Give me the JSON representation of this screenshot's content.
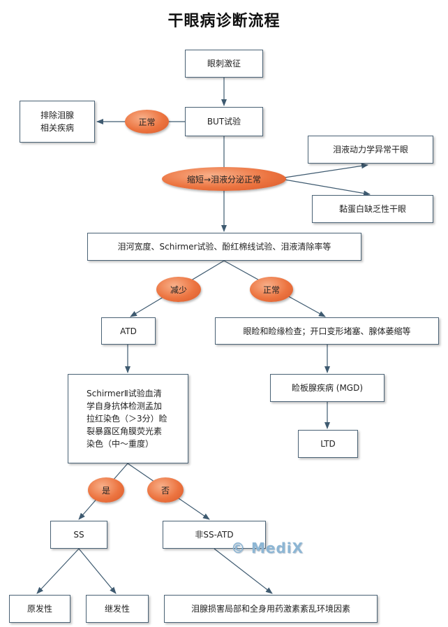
{
  "title": "干眼病诊断流程",
  "nodes": {
    "eye_irritation": "眼刺激征",
    "exclude_lacrimal": "排除泪腺\n相关疾病",
    "but_test": "BUT试验",
    "tear_dynamics": "泪液动力学异常干眼",
    "mucin_deficiency": "黏蛋白缺乏性干眼",
    "tear_tests": "泪河宽度、Schirmer试验、酚红棉线试验、泪液清除率等",
    "atd": "ATD",
    "eyelid_exam": "眼睑和睑缘检查；开口变形堵塞、腺体萎缩等",
    "schirmer_ii": "SchirmerⅡ试验血清\n学自身抗体检测孟加\n拉红染色（＞3分）睑\n裂暴露区角膜荧光素\n染色（中～重度）",
    "mgd": "睑板腺疾病 (MGD)",
    "ltd": "LTD",
    "ss": "SS",
    "non_ss_atd": "非SS-ATD",
    "primary": "原发性",
    "secondary": "继发性",
    "non_ss_causes": "泪腺损害局部和全身用药激素紊乱环境因素"
  },
  "ovals": {
    "normal_1": "正常",
    "shortened": "缩短→泪液分泌正常",
    "decreased": "减少",
    "normal_2": "正常",
    "yes": "是",
    "no": "否"
  },
  "watermark": "© MediX",
  "colors": {
    "line": "#3e5a70",
    "oval": "#ec7440",
    "box_border": "#4a6275"
  }
}
